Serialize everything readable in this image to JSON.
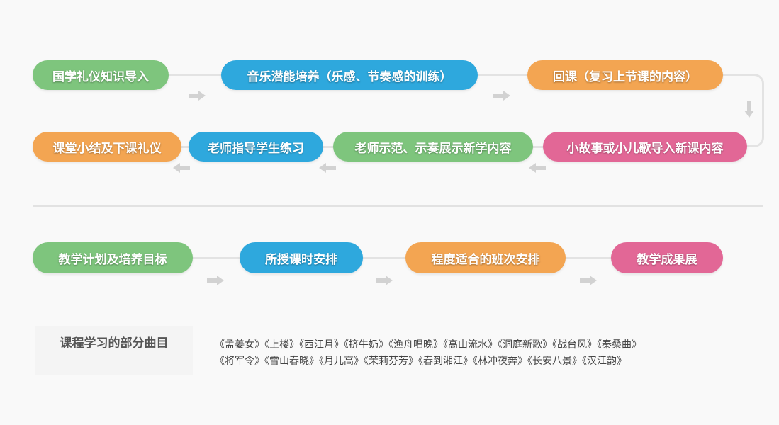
{
  "flow_top": {
    "row1": [
      {
        "label": "国学礼仪知识导入",
        "color": "green"
      },
      {
        "label": "音乐潜能培养（乐感、节奏感的训练）",
        "color": "blue"
      },
      {
        "label": "回课（复习上节课的内容）",
        "color": "orange"
      }
    ],
    "row2": [
      {
        "label": "小故事或小儿歌导入新课内容",
        "color": "pink"
      },
      {
        "label": "老师示范、示奏展示新学内容",
        "color": "green"
      },
      {
        "label": "老师指导学生练习",
        "color": "blue"
      },
      {
        "label": "课堂小结及下课礼仪",
        "color": "orange"
      }
    ]
  },
  "flow_bottom": [
    {
      "label": "教学计划及培养目标",
      "color": "green"
    },
    {
      "label": "所授课时安排",
      "color": "blue"
    },
    {
      "label": "程度适合的班次安排",
      "color": "orange"
    },
    {
      "label": "教学成果展",
      "color": "pink"
    }
  ],
  "songs": {
    "title": "课程学习的部分曲目",
    "line1": "《孟姜女》《上楼》《西江月》《挤牛奶》《渔舟唱晚》《高山流水》《洞庭新歌》《战台风》《秦桑曲》",
    "line2": "《将军令》《雪山春晓》《月儿高》《茉莉芬芳》《春到湘江》《林冲夜奔》《长安八景》《汉江韵》"
  },
  "colors": {
    "green": "#7ec57d",
    "blue": "#2ea8dd",
    "orange": "#f3a552",
    "pink": "#e26796",
    "arrow": "#cfcfcf",
    "connector": "#e3e3e3"
  }
}
